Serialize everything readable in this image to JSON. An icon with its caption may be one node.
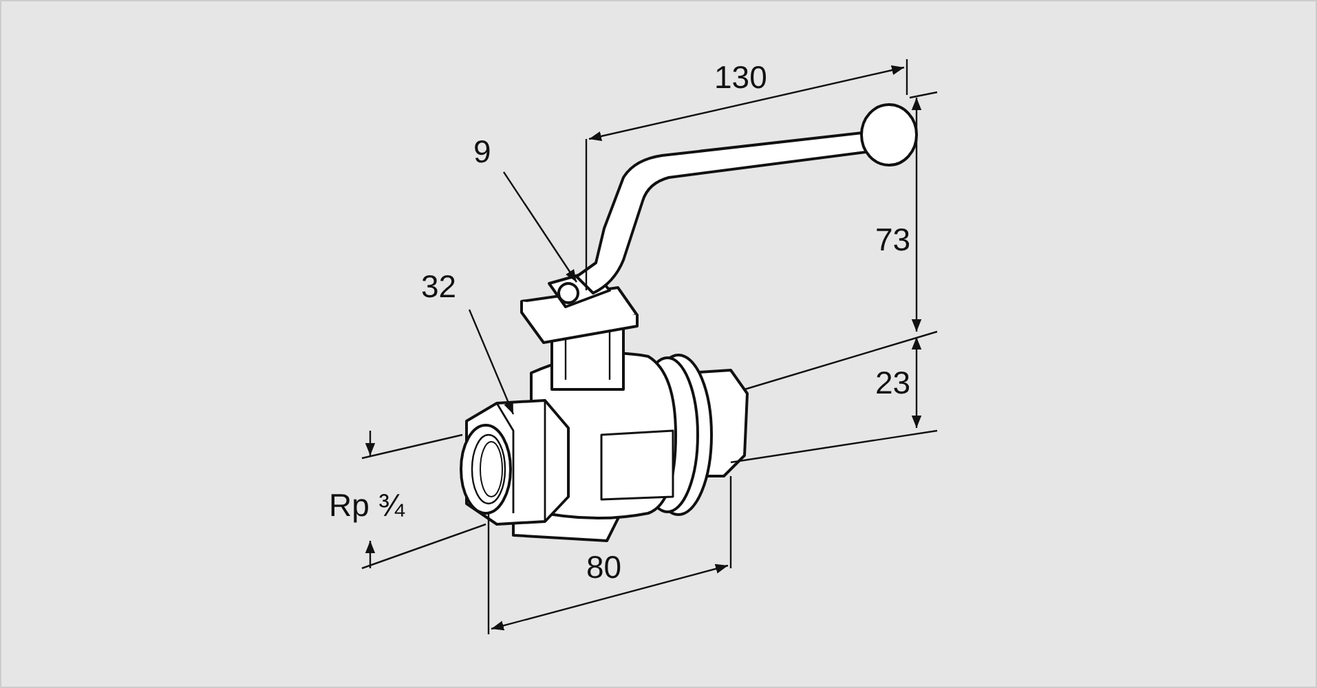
{
  "diagram": {
    "nodes": [
      {
        "text": [
          "9"
        ]
      },
      {
        "text": [
          "32"
        ]
      }
    ],
    "edges": [
      {
        "from": 0,
        "to": null,
        "arrow": "to"
      },
      {
        "from": 1,
        "to": null,
        "arrow": "to"
      }
    ],
    "labels": [
      "130",
      "73",
      "23",
      "Rp ¾",
      "80"
    ]
  }
}
